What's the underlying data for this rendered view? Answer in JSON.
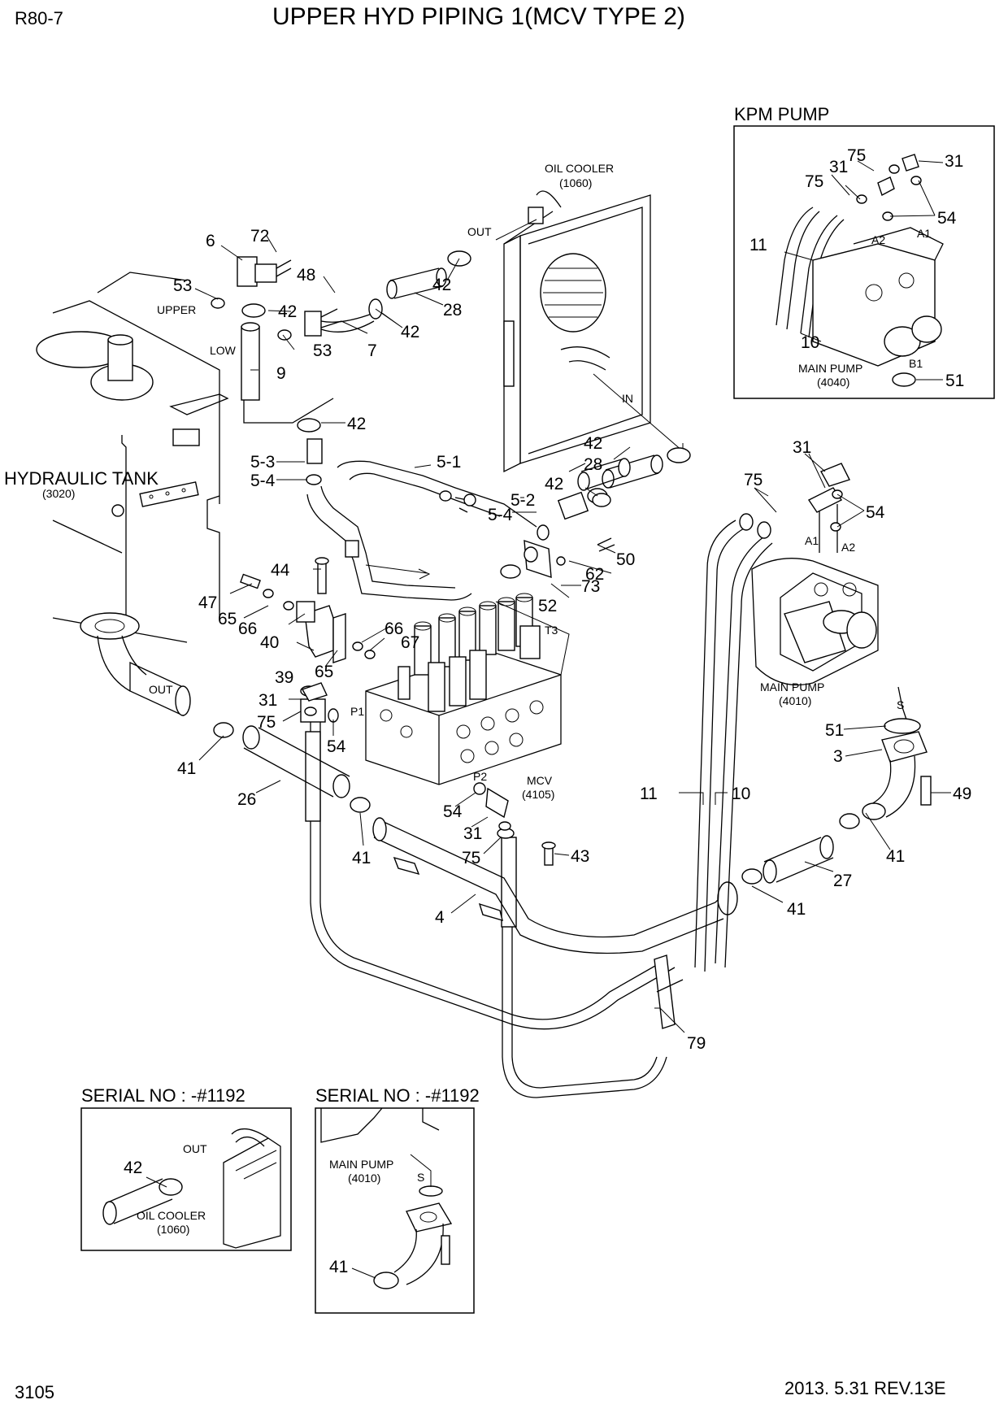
{
  "header": {
    "model": "R80-7",
    "title": "UPPER HYD PIPING 1(MCV TYPE 2)"
  },
  "footer": {
    "page": "3105",
    "revision": "2013. 5.31  REV.13E"
  },
  "components": {
    "oil_cooler": "OIL COOLER",
    "oil_cooler_code": "(1060)",
    "hydraulic_tank": "HYDRAULIC TANK",
    "hydraulic_tank_code": "(3020)",
    "mcv": "MCV",
    "mcv_code": "(4105)",
    "main_pump": "MAIN PUMP",
    "main_pump_code": "(4010)",
    "kpm_main_pump_code": "(4040)"
  },
  "port_labels": {
    "upper": "UPPER",
    "low": "LOW",
    "out": "OUT",
    "in": "IN",
    "p1": "P1",
    "p2": "P2",
    "t3": "T3",
    "a1": "A1",
    "a2": "A2",
    "b1": "B1",
    "s": "S"
  },
  "insets": {
    "kpm_pump_title": "KPM PUMP",
    "serial_left_title": "SERIAL NO : -#1192",
    "serial_right_title": "SERIAL NO : -#1192"
  },
  "callouts": {
    "n6": "6",
    "n72": "72",
    "n53": "53",
    "n48": "48",
    "n42": "42",
    "n28": "28",
    "n7": "7",
    "n9": "9",
    "n5_3": "5-3",
    "n5_4": "5-4",
    "n5_1": "5-1",
    "n5_2": "5-2",
    "n44": "44",
    "n47": "47",
    "n65": "65",
    "n66": "66",
    "n40": "40",
    "n39": "39",
    "n67": "67",
    "n50": "50",
    "n62": "62",
    "n73": "73",
    "n52": "52",
    "n31": "31",
    "n75": "75",
    "n54": "54",
    "n41": "41",
    "n26": "26",
    "n43": "43",
    "n4": "4",
    "n11": "11",
    "n10": "10",
    "n51": "51",
    "n3": "3",
    "n49": "49",
    "n27": "27",
    "n79": "79"
  }
}
